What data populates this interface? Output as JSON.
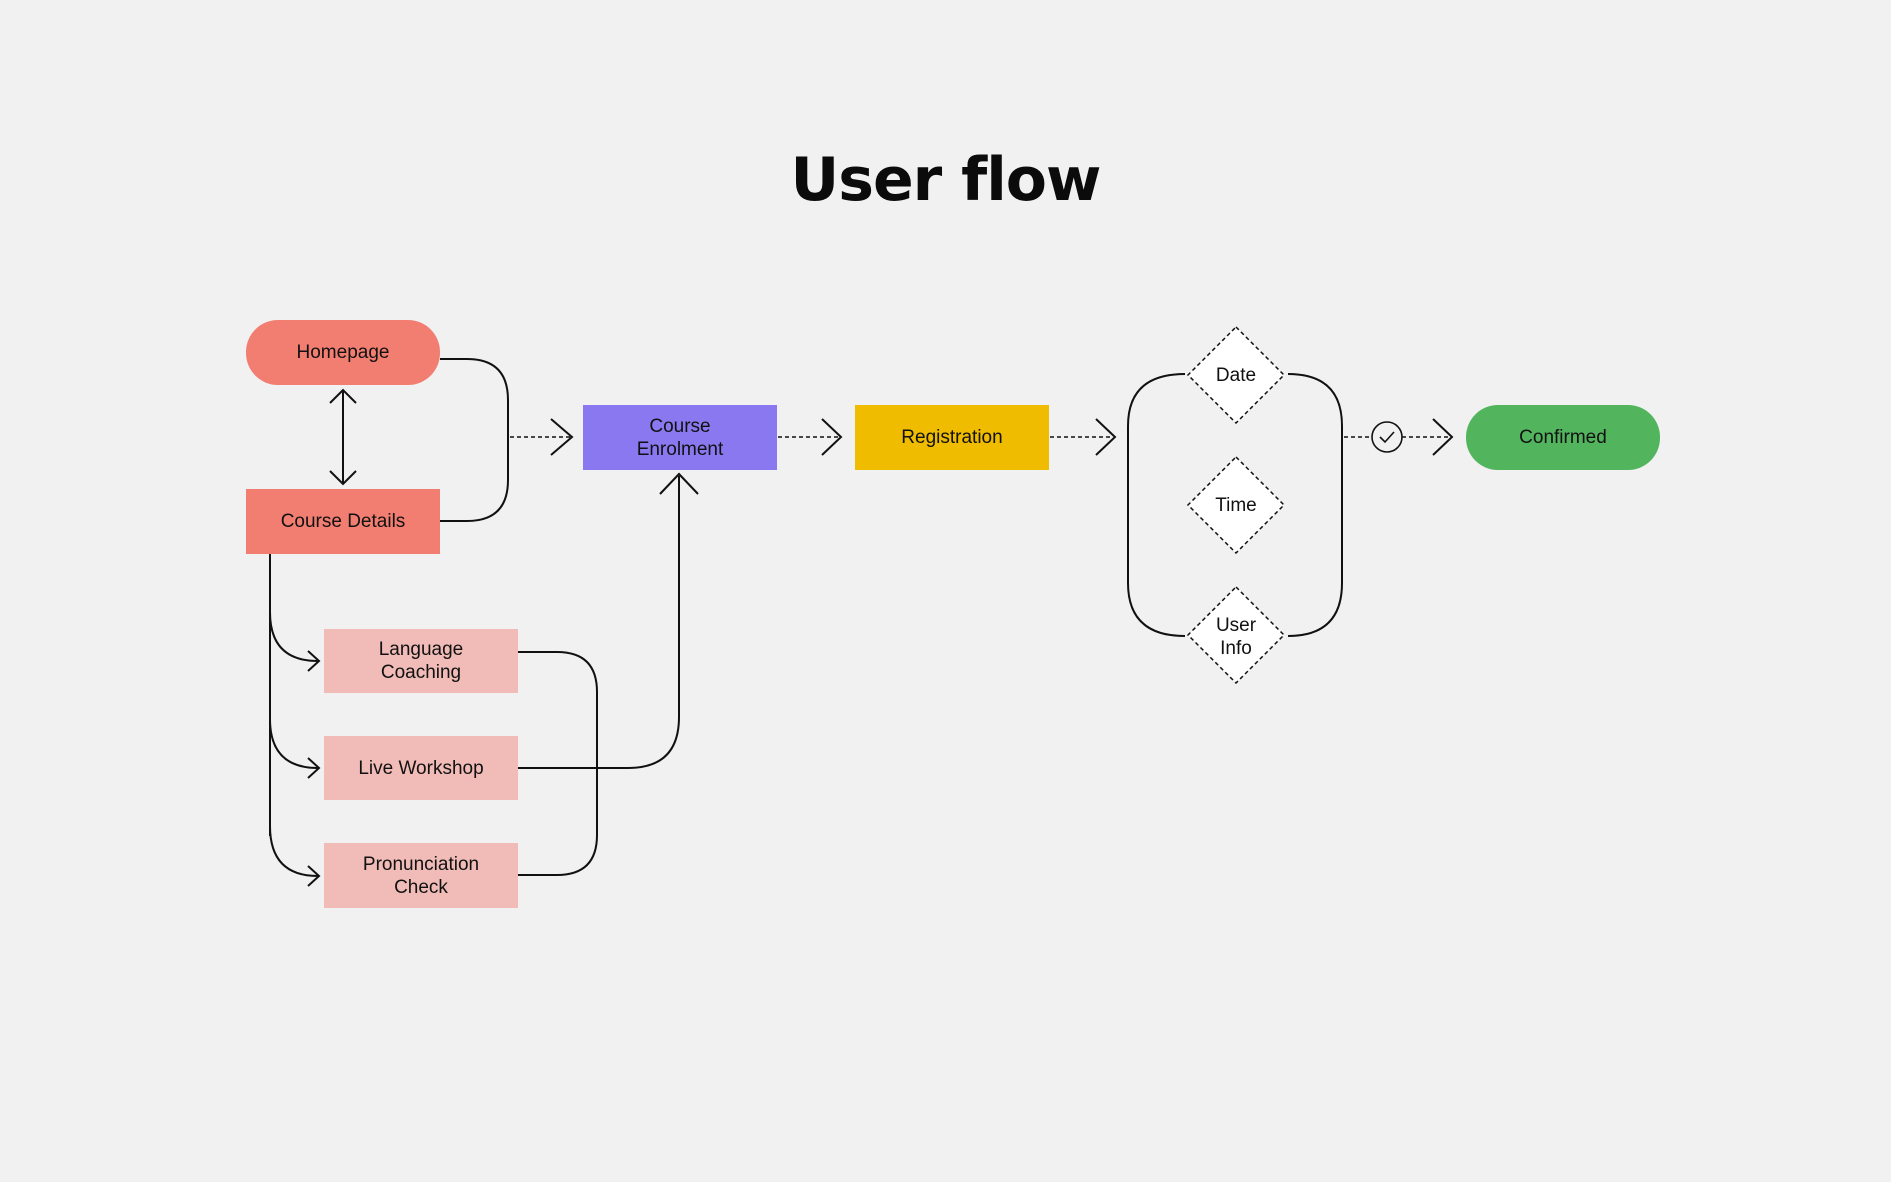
{
  "title": "User flow",
  "colors": {
    "background": "#f0f1f0",
    "homepage": "#f27e72",
    "course_details": "#f27e72",
    "sub_course": "#f1bcb7",
    "enrolment": "#8a78f0",
    "registration": "#efbc00",
    "confirmed": "#52b55e"
  },
  "nodes": {
    "homepage": "Homepage",
    "course_details": "Course Details",
    "language_coaching": "Language\nCoaching",
    "live_workshop": "Live Workshop",
    "pronunciation_check": "Pronunciation\nCheck",
    "course_enrolment": "Course\nEnrolment",
    "registration": "Registration",
    "date": "Date",
    "time": "Time",
    "user_info": "User\nInfo",
    "confirmed": "Confirmed"
  },
  "icons": {
    "check": "check-circle-icon"
  }
}
